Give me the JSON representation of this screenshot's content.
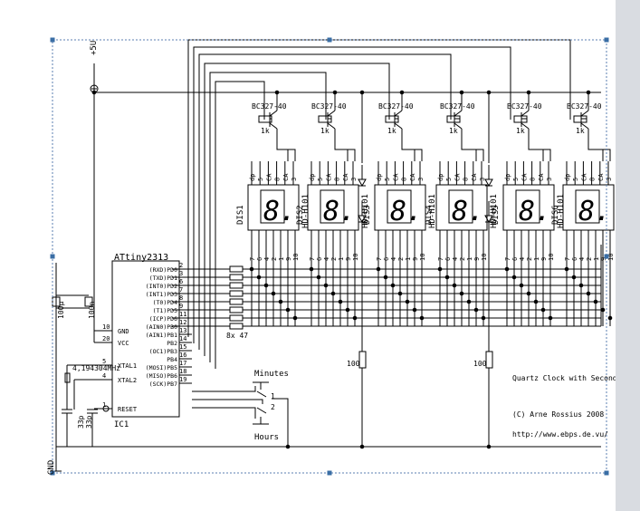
{
  "supply_label": "+5U",
  "ground_label": "GND",
  "mcu": {
    "name": "ATtiny2313",
    "ref": "IC1",
    "left_pins": [
      {
        "num": "10",
        "name": "GND"
      },
      {
        "num": "20",
        "name": "VCC"
      },
      {
        "num": "5",
        "name": "XTAL1"
      },
      {
        "num": "4",
        "name": "XTAL2"
      },
      {
        "num": "1",
        "name": "RESET"
      }
    ],
    "right_pins": [
      {
        "num": "2",
        "name": "(RXD)PD0"
      },
      {
        "num": "3",
        "name": "(TXD)PD1"
      },
      {
        "num": "6",
        "name": "(INT0)PD2"
      },
      {
        "num": "7",
        "name": "(INT1)PD3"
      },
      {
        "num": "8",
        "name": "(T0)PD4"
      },
      {
        "num": "9",
        "name": "(T1)PD5"
      },
      {
        "num": "11",
        "name": "(ICP)PD6"
      },
      {
        "num": "12",
        "name": "(AIN0)PB0"
      },
      {
        "num": "13",
        "name": "(AIN1)PB1"
      },
      {
        "num": "14",
        "name": "PB2"
      },
      {
        "num": "15",
        "name": "(OC1)PB3"
      },
      {
        "num": "16",
        "name": "PB4"
      },
      {
        "num": "17",
        "name": "(MOSI)PB5"
      },
      {
        "num": "18",
        "name": "(MISO)PB6"
      },
      {
        "num": "19",
        "name": "(SCK)PB7"
      }
    ]
  },
  "crystal": {
    "label": "4,194304MHz"
  },
  "caps": {
    "c1": "100µ",
    "c2": "100n",
    "c3": "33p",
    "c4": "33p"
  },
  "resistor_array": {
    "label": "8x 47"
  },
  "transistors": {
    "part": "BC327-40",
    "base_resistor": "1k"
  },
  "displays": {
    "names": [
      "DIS1",
      "DIS2",
      "DIS3",
      "DIS4",
      "DIS5",
      "DIS6"
    ],
    "part": "HD-H101",
    "digit": "8.",
    "top_pins": [
      "dp",
      "5",
      "CA",
      "8",
      "CA",
      "3"
    ],
    "bottom_pins": [
      "7",
      "6",
      "4",
      "2",
      "1",
      "9",
      "10"
    ]
  },
  "led_resistor": "100",
  "switches": {
    "minutes": "Minutes",
    "hours": "Hours",
    "pin1": "1",
    "pin2": "2"
  },
  "title_text": "Quartz Clock with Seconds",
  "copyright": "(C) Arne Rossius 2008",
  "url": "http://www.ebps.de.vu/",
  "colors": {
    "ink": "#000000",
    "frame": "#5b7fb0",
    "scrollbar": "#d9dce1"
  }
}
